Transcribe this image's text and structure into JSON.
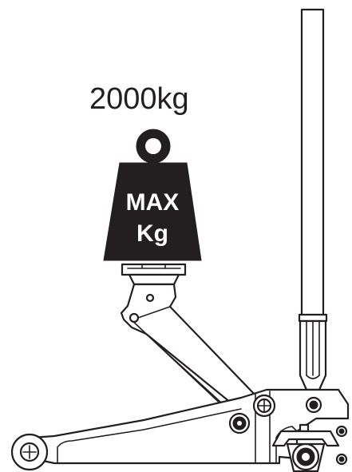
{
  "labels": {
    "capacity": "2000kg",
    "weight_line1": "MAX",
    "weight_line2": "Kg"
  },
  "colors": {
    "ink": "#231f20",
    "background": "#ffffff"
  },
  "icons": {
    "weight": "weight-icon",
    "floor_jack": "floor-jack-icon"
  }
}
